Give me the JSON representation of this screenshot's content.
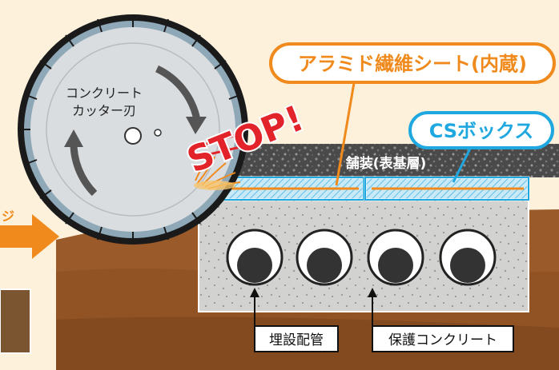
{
  "blade": {
    "label_line1": "コンクリート",
    "label_line2": "カッター刃"
  },
  "stop_text": "STOP!",
  "callouts": {
    "aramid": "アラミド繊維シート(内蔵)",
    "csbox": "CSボックス"
  },
  "layers": {
    "pavement": "舗装(表基層)"
  },
  "labels": {
    "buried_pipe": "埋設配管",
    "protective_concrete": "保護コンクリート"
  },
  "partial_text": "ジ",
  "colors": {
    "orange": "#f08a1c",
    "cyan": "#1fa8e0",
    "red": "#e2232a",
    "soil": "#9b5a2a",
    "concrete": "#cfcfcd"
  }
}
